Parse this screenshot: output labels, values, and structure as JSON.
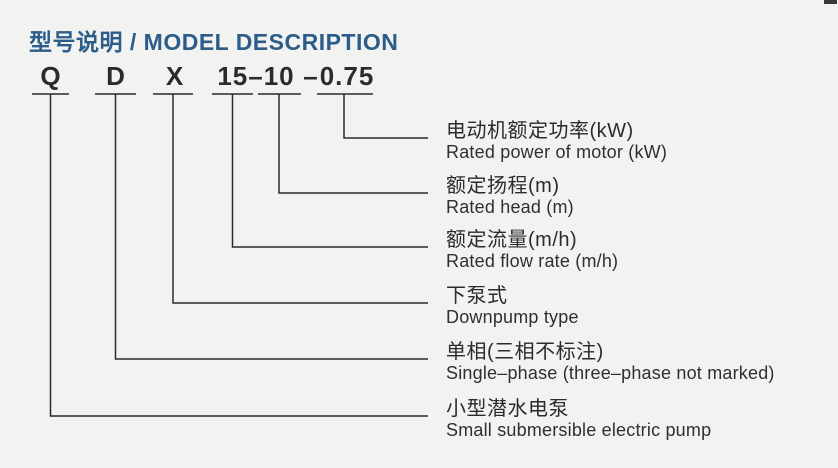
{
  "header": {
    "title": "型号说明 / MODEL DESCRIPTION",
    "title_color": "#2b5c8a"
  },
  "model_code": {
    "full": "Q D X 15–10 – 0.75",
    "parts": [
      {
        "id": "series",
        "text": "Q"
      },
      {
        "id": "phase",
        "text": "D"
      },
      {
        "id": "type",
        "text": "X"
      },
      {
        "id": "flow_head",
        "text": "15–10"
      },
      {
        "id": "separator",
        "text": "–"
      },
      {
        "id": "power",
        "text": "0.75"
      }
    ]
  },
  "legend": {
    "entries": [
      {
        "code": "0.75",
        "zh": "电动机额定功率(kW)",
        "en": "Rated power of motor (kW)"
      },
      {
        "code": "10",
        "zh": "额定扬程(m)",
        "en": "Rated head (m)"
      },
      {
        "code": "15",
        "zh": "额定流量(m/h)",
        "en": "Rated flow rate (m/h)"
      },
      {
        "code": "X",
        "zh": "下泵式",
        "en": "Downpump type"
      },
      {
        "code": "D",
        "zh": "单相(三相不标注)",
        "en": "Single–phase (three–phase not marked)"
      },
      {
        "code": "Q",
        "zh": "小型潜水电泵",
        "en": "Small submersible electric pump"
      }
    ]
  },
  "colors": {
    "background": "#f2f2f1",
    "line": "#2b2b2b",
    "text": "#2b2b2b"
  }
}
